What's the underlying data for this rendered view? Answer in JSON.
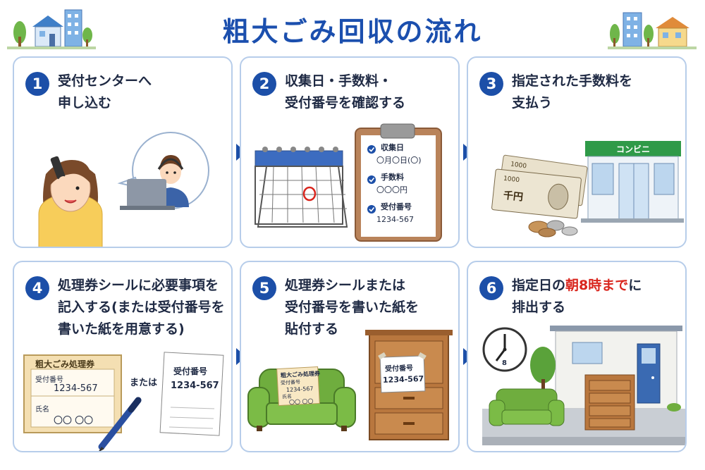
{
  "title": "粗大ごみ回収の流れ",
  "steps": [
    {
      "number": "1",
      "lines": [
        "受付センターへ",
        "申し込む"
      ]
    },
    {
      "number": "2",
      "lines": [
        "収集日・手数料・",
        "受付番号を確認する"
      ],
      "clipboard": {
        "items": [
          {
            "label": "収集日",
            "value": "〇月〇日(〇)"
          },
          {
            "label": "手数料",
            "value": "〇〇〇円"
          },
          {
            "label": "受付番号",
            "value": "1234-567"
          }
        ]
      }
    },
    {
      "number": "3",
      "lines": [
        "指定された手数料を",
        "支払う"
      ],
      "store_sign": "コンビニ",
      "bill_amount": "1000",
      "bill_label": "千円"
    },
    {
      "number": "4",
      "lines": [
        "処理券シールに必要事項を",
        "記入する(または受付番号を",
        "書いた紙を用意する)"
      ],
      "ticket": {
        "title": "粗大ごみ処理券",
        "number_label": "受付番号",
        "number": "1234-567",
        "name_label": "氏名",
        "name": "〇〇 〇〇"
      },
      "or_text": "または",
      "paper": {
        "label": "受付番号",
        "number": "1234-567"
      }
    },
    {
      "number": "5",
      "lines": [
        "処理券シールまたは",
        "受付番号を書いた紙を",
        "貼付する"
      ],
      "sofa_ticket": {
        "title": "粗大ごみ処理券",
        "number_label": "受付番号",
        "number": "1234-567",
        "name_label": "氏名",
        "name": "〇〇 〇〇"
      },
      "dresser_paper": {
        "label": "受付番号",
        "number": "1234-567"
      }
    },
    {
      "number": "6",
      "lines_parts": [
        {
          "pre": "指定日の",
          "em": "朝8時まで",
          "post": "に"
        },
        {
          "pre": "排出する",
          "em": "",
          "post": ""
        }
      ],
      "clock_label": "8"
    }
  ],
  "colors": {
    "title": "#1b4fae",
    "badge": "#1c4fa8",
    "border": "#b7cdea",
    "emphasis": "#d9251d"
  }
}
